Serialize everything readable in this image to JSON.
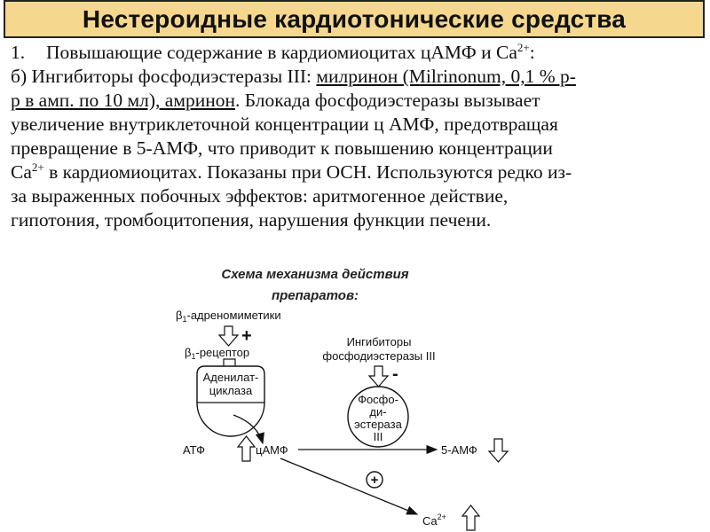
{
  "title": "Нестероидные кардиотонические средства",
  "text": {
    "item_number": "1.",
    "item_heading": "Повышающие содержание в кардиомиоцитах цАМФ и Са",
    "item_heading_sup": "2+",
    "item_heading_end": ":",
    "line2_prefix": "б) Ингибиторы фосфодиэстеразы III: ",
    "line2_underlined": "милринон (Milrinonum, 0,1 % р-",
    "line3_underlined": "р в амп. по 10 мл), амринон",
    "line3_rest": ". Блокада фосфодиэстеразы вызывает",
    "line4": "увеличение внутриклеточной концентрации ц АМФ, предотвращая",
    "line5": "превращение в 5-АМФ, что приводит к повышению концентрации",
    "line6_ca": "Са",
    "line6_sup": "2+",
    "line6_rest": " в кардиомиоцитах. Показаны при ОСН. Используются редко из-",
    "line7": "за выраженных побочных эффектов: аритмогенное действие,",
    "line8": "гипотония, тромбоцитопения, нарушения функции печени."
  },
  "scheme": {
    "title_line1": "Схема механизма действия",
    "title_line2": "препаратов:",
    "beta_symbol": "β",
    "sub_1": "1",
    "adrenomimetics": "-адреномиметики",
    "receptor": "-рецептор",
    "plus_sign": "+",
    "minus_sign": "-",
    "adenylate_line1": "Аденилат-",
    "adenylate_line2": "циклаза",
    "inhibitors_line1": "Ингибиторы",
    "inhibitors_line2": "фосфодиэстеразы III",
    "pde_line1": "Фосфо-",
    "pde_line2": "ди-",
    "pde_line3": "эстераза",
    "pde_line4": "III",
    "atp": "АТФ",
    "camp": "цАМФ",
    "amp5": "5-АМФ",
    "circled_plus": "+",
    "ca": "Ca",
    "ca_sup": "2+"
  },
  "colors": {
    "title_background": "#f5d78e"
  }
}
